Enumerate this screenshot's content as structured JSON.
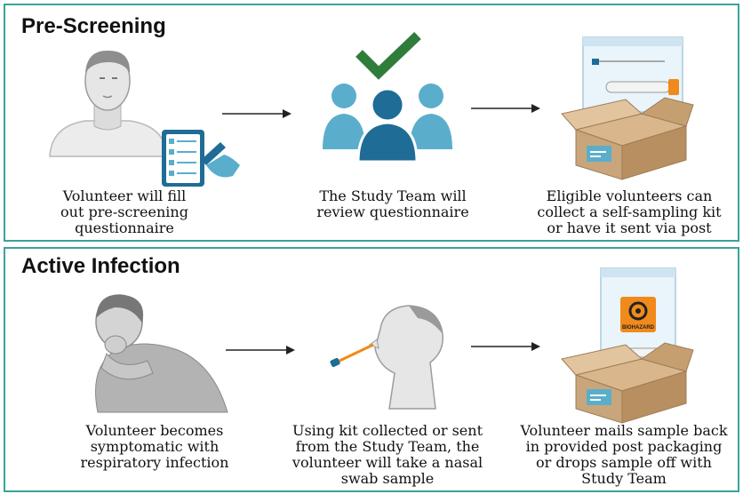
{
  "panels": [
    {
      "title": "Pre-Screening",
      "steps": [
        {
          "caption_lines": [
            "Volunteer will fill",
            "out pre-screening",
            "questionnaire"
          ]
        },
        {
          "caption_lines": [
            "The Study Team will",
            "review questionnaire"
          ]
        },
        {
          "caption_lines": [
            "Eligible volunteers can",
            "collect a self-sampling kit",
            "or have it sent via post"
          ]
        }
      ]
    },
    {
      "title": "Active Infection",
      "steps": [
        {
          "caption_lines": [
            "Volunteer becomes",
            "symptomatic with",
            "respiratory infection"
          ]
        },
        {
          "caption_lines": [
            "Using kit collected or sent",
            "from the Study Team, the",
            "volunteer will take a nasal",
            "swab sample"
          ]
        },
        {
          "caption_lines": [
            "Volunteer mails sample back",
            "in provided post packaging",
            "or drops sample off with",
            "Study Team"
          ]
        }
      ]
    }
  ],
  "biohazard_label": "BIOHAZARD",
  "colors": {
    "border": "#3aa39a",
    "team_blue": "#1f6c96",
    "team_light": "#5aaecb",
    "check_green": "#2f7d3b",
    "box_tan": "#c9a57c",
    "biohazard_orange": "#f08a1c",
    "skin_gray": "#cfcfcf"
  },
  "icons": [
    "person-bust-icon",
    "questionnaire-clipboard-icon",
    "study-team-icon",
    "checkmark-icon",
    "sampling-kit-box-icon",
    "coughing-person-icon",
    "nasal-swab-person-icon",
    "biohazard-kit-box-icon",
    "arrow-right-icon"
  ]
}
